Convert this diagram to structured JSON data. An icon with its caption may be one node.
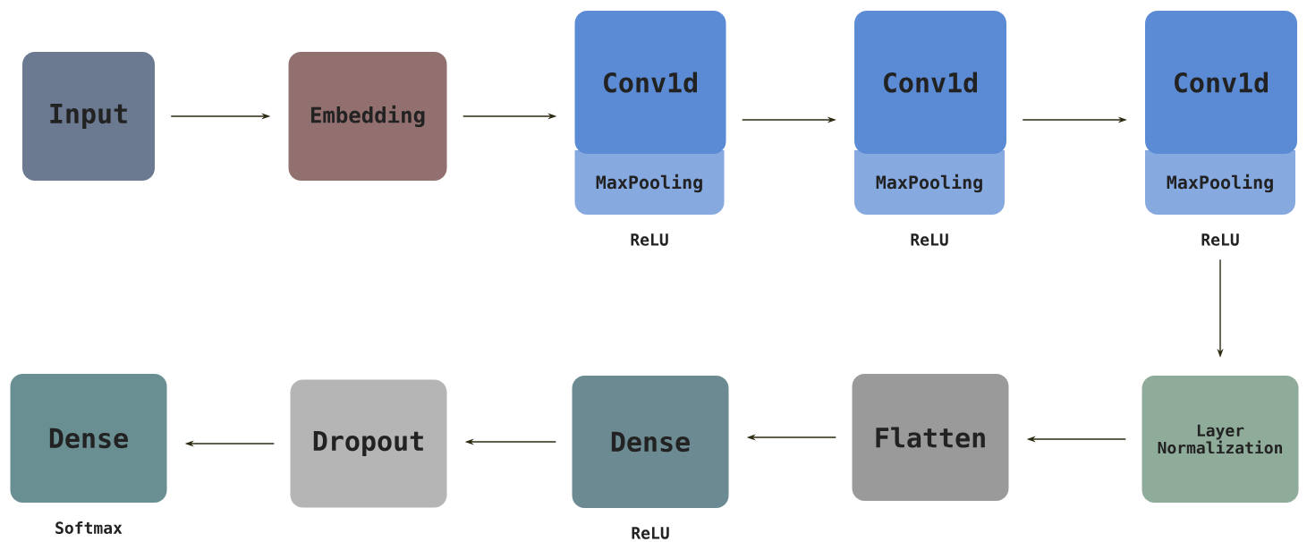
{
  "diagram": {
    "nodes": [
      {
        "text": [
          "Input"
        ]
      },
      {
        "text": [
          "Embedding"
        ]
      },
      {
        "text": [
          "Conv1d"
        ]
      },
      {
        "text": [
          "MaxPooling"
        ],
        "beside": [
          "ReLU"
        ]
      },
      {
        "text": [
          "Conv1d"
        ]
      },
      {
        "text": [
          "MaxPooling"
        ],
        "beside": [
          "ReLU"
        ]
      },
      {
        "text": [
          "Conv1d"
        ]
      },
      {
        "text": [
          "MaxPooling"
        ],
        "beside": [
          "ReLU"
        ]
      },
      {
        "text": [
          "Layer Normalization"
        ]
      },
      {
        "text": [
          "Flatten"
        ]
      },
      {
        "text": [
          "Dense"
        ],
        "beside": [
          "ReLU"
        ]
      },
      {
        "text": [
          "Dropout"
        ]
      },
      {
        "text": [
          "Dense"
        ],
        "beside": [
          "Softmax"
        ]
      }
    ],
    "edges": [
      {
        "from": 0,
        "to": 1,
        "arrow": "to"
      },
      {
        "from": 1,
        "to": 2,
        "arrow": "to"
      },
      {
        "from": 2,
        "to": 4,
        "arrow": "to"
      },
      {
        "from": 4,
        "to": 6,
        "arrow": "to"
      },
      {
        "from": 7,
        "to": 8,
        "arrow": "to"
      },
      {
        "from": 8,
        "to": 9,
        "arrow": "to"
      },
      {
        "from": 9,
        "to": 10,
        "arrow": "to"
      },
      {
        "from": 10,
        "to": 11,
        "arrow": "to"
      },
      {
        "from": 11,
        "to": 12,
        "arrow": "to"
      }
    ]
  }
}
